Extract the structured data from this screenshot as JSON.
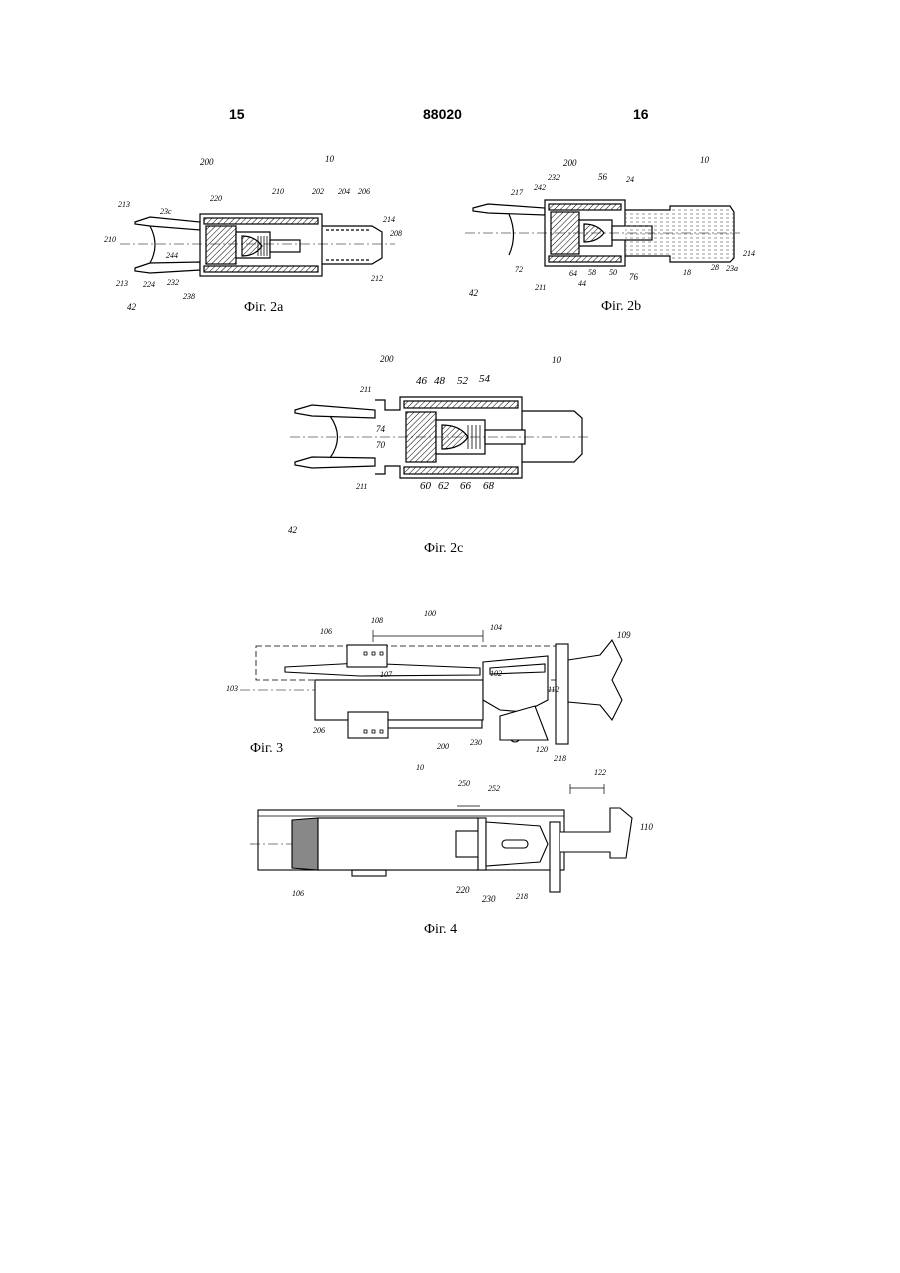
{
  "header": {
    "page_left": "15",
    "patent_number": "88020",
    "page_right": "16"
  },
  "figures": {
    "fig2a": {
      "caption": "Фіг. 2а",
      "labels": [
        "200",
        "10",
        "213",
        "23c",
        "220",
        "210",
        "202",
        "204",
        "206",
        "214",
        "208",
        "210",
        "244",
        "212",
        "213",
        "224",
        "232",
        "238",
        "42"
      ]
    },
    "fig2b": {
      "caption": "Фіг. 2b",
      "labels": [
        "200",
        "10",
        "217",
        "232",
        "242",
        "56",
        "24",
        "72",
        "211",
        "64",
        "58",
        "50",
        "76",
        "18",
        "28",
        "23a",
        "214",
        "44",
        "42"
      ]
    },
    "fig2c": {
      "caption": "Фіг. 2c",
      "labels": [
        "200",
        "10",
        "211",
        "46",
        "48",
        "52",
        "54",
        "74",
        "70",
        "211",
        "60",
        "62",
        "66",
        "68",
        "42"
      ]
    },
    "fig3": {
      "caption": "Фіг. 3",
      "labels": [
        "100",
        "108",
        "104",
        "109",
        "106",
        "107",
        "102",
        "103",
        "112",
        "206",
        "230",
        "120",
        "218",
        "200",
        "10"
      ]
    },
    "fig4": {
      "caption": "Фіг. 4",
      "labels": [
        "250",
        "252",
        "122",
        "110",
        "106",
        "220",
        "230",
        "218"
      ]
    }
  }
}
